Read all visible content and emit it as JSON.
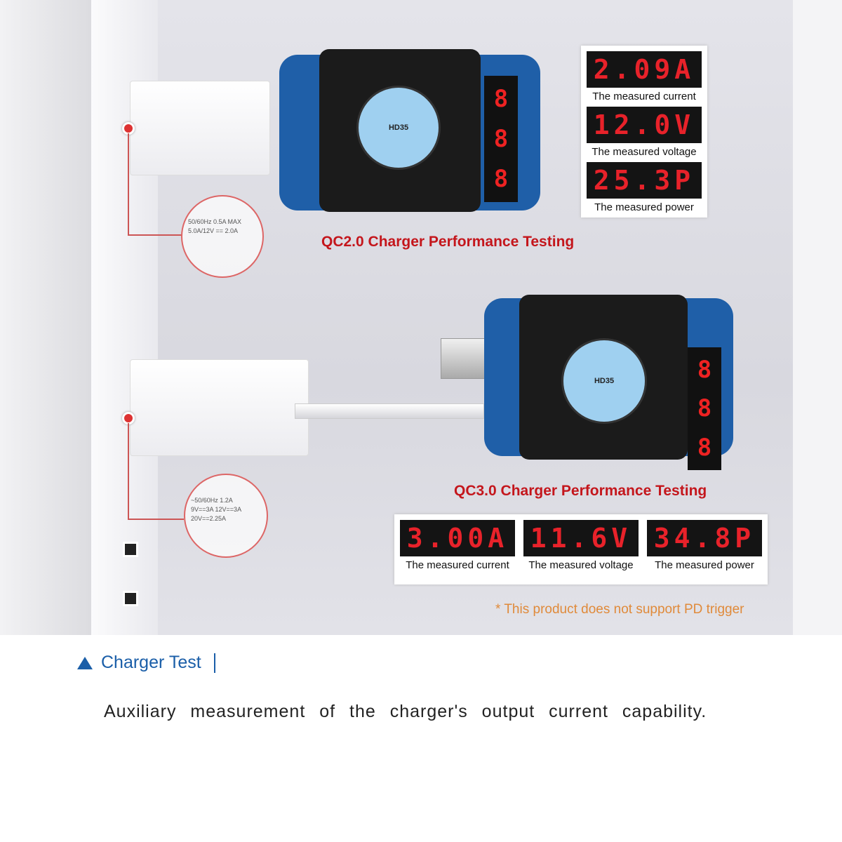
{
  "qc2": {
    "title": "QC2.0 Charger Performance Testing",
    "readings": [
      {
        "value": "2.09A",
        "label": "The measured current"
      },
      {
        "value": "12.0V",
        "label": "The measured voltage"
      },
      {
        "value": "25.3P",
        "label": "The measured power"
      }
    ],
    "device_label": "HD35"
  },
  "qc3": {
    "title": "QC3.0 Charger Performance Testing",
    "readings": [
      {
        "value": "3.00A",
        "label": "The measured current"
      },
      {
        "value": "11.6V",
        "label": "The measured voltage"
      },
      {
        "value": "34.8P",
        "label": "The measured power"
      }
    ],
    "device_label": "HD35"
  },
  "charger1_spec": "50/60Hz 0.5A MAX\n5.0A/12V == 2.0A",
  "charger2_spec": "~50/60Hz 1.2A\n9V==3A 12V==3A\n20V==2.25A",
  "note": "* This product does not support PD trigger",
  "section": {
    "title": "Charger Test",
    "description": "Auxiliary measurement of the charger's output current capability."
  },
  "colors": {
    "accent": "#1a5ea8",
    "title_red": "#c4161c",
    "note_orange": "#e08a3a",
    "display_red": "#e8222a"
  }
}
